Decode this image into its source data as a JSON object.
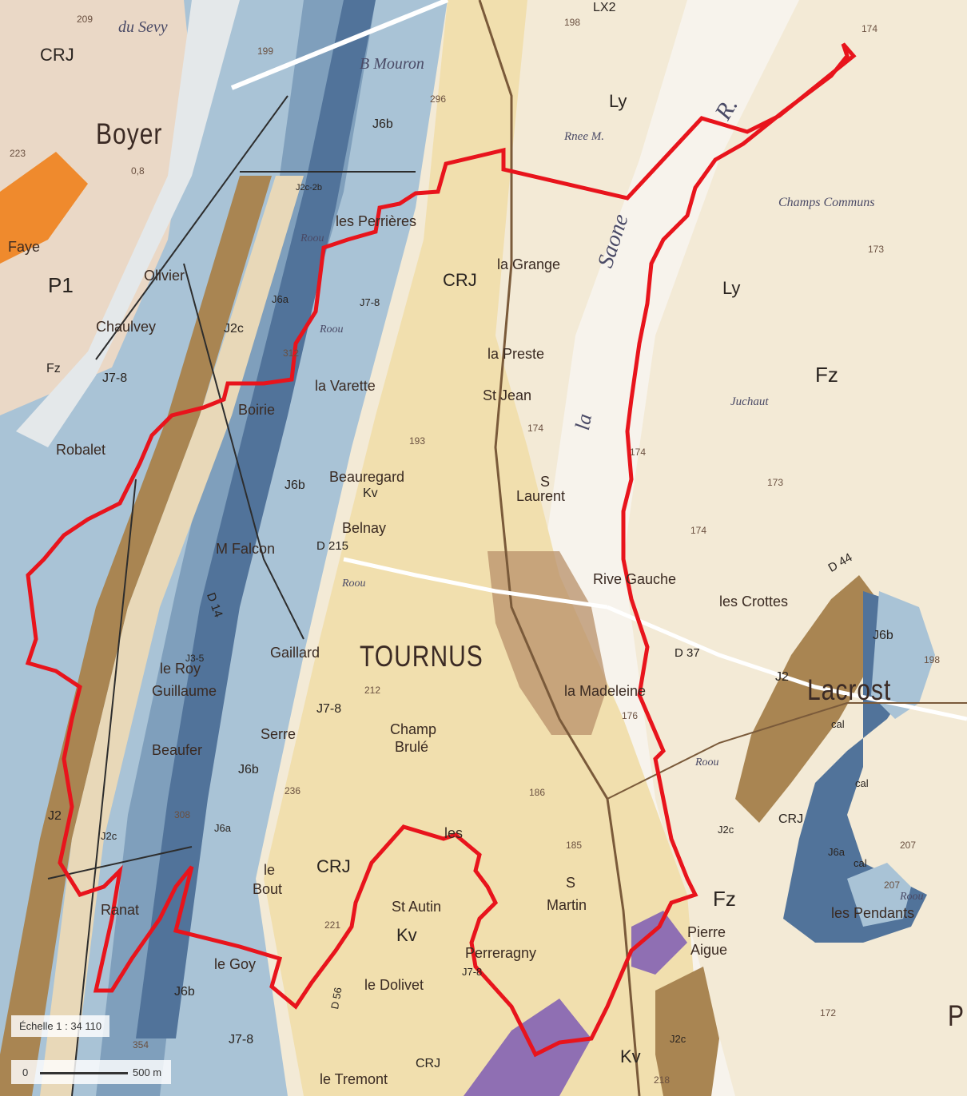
{
  "map": {
    "place_labels": {
      "boyer": "Boyer",
      "du_sevy": "du Sevy",
      "mouron": "B Mouron",
      "perrieres": "les Perrières",
      "la_grange": "la Grange",
      "olivier": "Olivier",
      "chaulvey": "Chaulvey",
      "faye": "Faye",
      "la_preste": "la Preste",
      "st_jean": "St Jean",
      "la_varette": "la Varette",
      "boirie": "Boirie",
      "robalet": "Robalet",
      "beauregard": "Beauregard",
      "st_laurent_1": "S",
      "st_laurent_2": "Laurent",
      "belnay": "Belnay",
      "falcon": "M Falcon",
      "rive_gauche": "Rive Gauche",
      "les_crottes": "les Crottes",
      "tournus": "TOURNUS",
      "gaillard": "Gaillard",
      "le_roy": "le Roy",
      "guillaume": "Guillaume",
      "la_madeleine": "la Madeleine",
      "lacrost": "Lacrost",
      "serre": "Serre",
      "beaufer": "Beaufer",
      "champ_brule_1": "Champ",
      "champ_brule_2": "Brulé",
      "les": "les",
      "st_martin_1": "S",
      "st_martin_2": "Martin",
      "le_bout_1": "le",
      "le_bout_2": "Bout",
      "st_autin": "St Autin",
      "pierre_aigue_1": "Pierre",
      "pierre_aigue_2": "Aigue",
      "perreragny": "Perreragny",
      "le_goy": "le Goy",
      "le_dolivet": "le Dolivet",
      "le_tremont": "le Tremont",
      "pendants": "les Pendants",
      "juchaut": "Juchaut",
      "champs_communs": "Champs Communs",
      "la_saone_1": "la",
      "la_saone_2": "Saone",
      "r": "R.",
      "ranat": "Ranat",
      "p_right": "P"
    },
    "geo_labels": {
      "crj_1": "CRJ",
      "crj_2": "CRJ",
      "crj_3": "CRJ",
      "crj_4": "CRJ",
      "crj_5": "CRJ",
      "fz_1": "Fz",
      "fz_2": "Fz",
      "fz_3": "Fz",
      "kv_1": "Kv",
      "kv_2": "Kv",
      "kv_3": "Kv",
      "ly_1": "Ly",
      "ly_2": "Ly",
      "lx2": "LX2",
      "p1": "P1",
      "j6b_1": "J6b",
      "j6b_2": "J6b",
      "j6b_3": "J6b",
      "j6b_4": "J6b",
      "j6b_5": "J6b",
      "j6a_1": "J6a",
      "j6a_2": "J6a",
      "j6a_3": "J6a",
      "j78_1": "J7-8",
      "j78_2": "J7-8",
      "j78_3": "J7-8",
      "j78_4": "J7-8",
      "j78_5": "J7-8",
      "j2c_1": "J2c",
      "j2c_2": "J2c",
      "j2c_3": "J2c",
      "j2c_4": "J2c",
      "j2_1": "J2",
      "j2_2": "J2",
      "j35": "J3-5",
      "j2c2b": "J2c-2b",
      "rnee": "Rnee M.",
      "roou_1": "Roou",
      "roou_2": "Roou",
      "roou_3": "Roou",
      "roou_4": "Roou",
      "roou_5": "Roou",
      "cal_1": "cal",
      "cal_2": "cal",
      "cal_3": "cal",
      "d215": "D 215",
      "d14": "D 14",
      "d37": "D 37",
      "d44": "D 44",
      "d56": "D 56"
    },
    "altitudes": [
      "209",
      "199",
      "296",
      "198",
      "174",
      "223",
      "173",
      "312",
      "174",
      "193",
      "174",
      "173",
      "174",
      "176",
      "198",
      "207",
      "212",
      "186",
      "185",
      "236",
      "308",
      "221",
      "172",
      "218",
      "354",
      "207",
      "0,8"
    ]
  },
  "scale": {
    "ratio_label": "Échelle 1 : 34 110",
    "bar_start": "0",
    "bar_end": "500 m"
  },
  "colors": {
    "boundary": "#e8141c",
    "alluvium_cream": "#f3ead6",
    "plateau_yellow": "#f1dfae",
    "light_blue": "#a9c3d6",
    "mid_blue": "#7f9fbc",
    "dark_blue": "#51739a",
    "brown": "#a98552",
    "orange": "#ef8a2d",
    "purple": "#8f6fb3"
  }
}
